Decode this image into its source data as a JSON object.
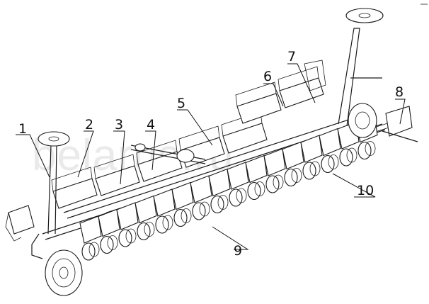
{
  "diagram": {
    "callouts": [
      {
        "label": "1"
      },
      {
        "label": "2"
      },
      {
        "label": "3"
      },
      {
        "label": "4"
      },
      {
        "label": "5"
      },
      {
        "label": "6"
      },
      {
        "label": "7"
      },
      {
        "label": "8"
      },
      {
        "label": "9"
      },
      {
        "label": "10"
      }
    ],
    "watermark": "belarus.ru",
    "line_color": "#1a1a1a"
  }
}
